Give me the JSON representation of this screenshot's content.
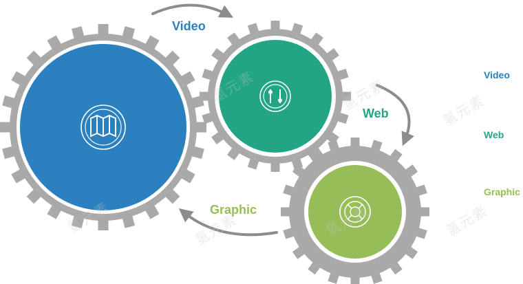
{
  "colors": {
    "gear": "#a9a9a9",
    "ring_white": "#ffffff",
    "blue": "#2b80c0",
    "green": "#22a585",
    "lime": "#96bd57",
    "arrow": "#8c8c8c"
  },
  "gears": [
    {
      "key": "blue",
      "icon": "map-icon",
      "teeth": 24
    },
    {
      "key": "green",
      "icon": "controls-icon",
      "teeth": 20
    },
    {
      "key": "lime",
      "icon": "lifebuoy-icon",
      "teeth": 20
    }
  ],
  "flow_labels": {
    "video": "Video",
    "web": "Web",
    "graphic": "Graphic"
  },
  "legend": [
    {
      "label": "Video",
      "color": "#2b80c0"
    },
    {
      "label": "Web",
      "color": "#22a585"
    },
    {
      "label": "Graphic",
      "color": "#96bd57"
    }
  ],
  "watermark": "氢元素"
}
